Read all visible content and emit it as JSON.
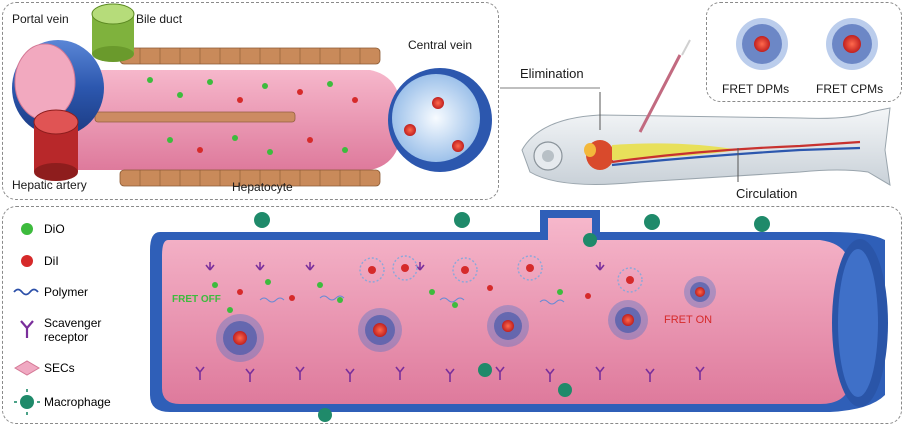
{
  "liver_panel": {
    "portal_vein": "Portal vein",
    "bile_duct": "Bile duct",
    "central_vein": "Central vein",
    "hepatic_artery": "Hepatic artery",
    "hepatocyte": "Hepatocyte"
  },
  "fish_panel": {
    "elimination": "Elimination",
    "circulation": "Circulation",
    "particle_left": "FRET DPMs",
    "particle_right": "FRET CPMs"
  },
  "vessel_panel": {
    "fret_off": "FRET OFF",
    "fret_on": "FRET ON"
  },
  "legend": [
    {
      "symbol": "dio-dot-icon",
      "label": "DiO",
      "color": "#3dbb3d"
    },
    {
      "symbol": "dil-dot-icon",
      "label": "DiI",
      "color": "#d62a2a"
    },
    {
      "symbol": "polymer-wave-icon",
      "label": "Polymer",
      "color": "#2b4fa8"
    },
    {
      "symbol": "scavenger-receptor-icon",
      "label": "Scavenger receptor",
      "color": "#7a2f9b"
    },
    {
      "symbol": "sec-cell-icon",
      "label": "SECs",
      "color": "#f0a9c2"
    },
    {
      "symbol": "macrophage-icon",
      "label": "Macrophage",
      "color": "#1f8a6a"
    }
  ],
  "colors": {
    "vessel_blue": "#2f5fb8",
    "tissue_pink": "#e98aa8",
    "hepatocyte_brown": "#c98a5a",
    "bile_green": "#8fbf4a",
    "artery_red": "#c8322f"
  }
}
